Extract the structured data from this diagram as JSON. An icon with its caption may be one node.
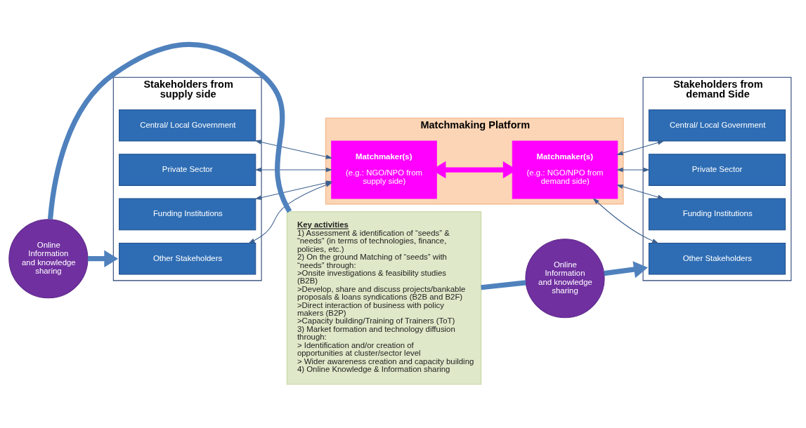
{
  "diagram": {
    "nodes": [
      {
        "text": [
          "Stakeholders from supply side"
        ]
      },
      {
        "text": [
          "Central/ Local Government"
        ],
        "in": 0
      },
      {
        "text": [
          "Private Sector"
        ],
        "in": 0
      },
      {
        "text": [
          "Funding Institutions"
        ],
        "in": 0
      },
      {
        "text": [
          "Other Stakeholders"
        ],
        "in": 0
      },
      {
        "text": [
          "Matchmaking Platform"
        ]
      },
      {
        "text": [
          "Matchmaker(s)",
          "(e.g.: NGO/NPO from supply side)"
        ],
        "in": 5
      },
      {
        "text": [
          "Matchmaker(s)",
          "(e.g.: NGO/NPO from demand side)"
        ],
        "in": 5
      },
      {
        "text": [
          "Key activities",
          "1) Assessment & identification of “seeds” & “needs” (in terms of technologies, finance, policies, etc.)",
          "2) On the ground Matching of “seeds” with “needs” through:",
          ">Onsite investigations & feasibility studies (B2B)",
          ">Develop, share and discuss projects/bankable proposals & loans syndications (B2B and B2F)",
          ">Direct interaction of business with policy makers (B2P)",
          ">Capacity building/Training of Trainers (ToT)",
          "3) Market formation and technology diffusion through:",
          "> Identification and/or creation of opportunities at cluster/sector level",
          "> Wider awareness creation and capacity building",
          "4) Online Knowledge & Information sharing"
        ]
      },
      {
        "text": [
          "Stakeholders from demand Side"
        ]
      },
      {
        "text": [
          "Central/ Local Government"
        ],
        "in": 9
      },
      {
        "text": [
          "Private Sector"
        ],
        "in": 9
      },
      {
        "text": [
          "Funding Institutions"
        ],
        "in": 9
      },
      {
        "text": [
          "Other Stakeholders"
        ],
        "in": 9
      },
      {
        "text": [
          "Online Information and knowledge sharing"
        ]
      },
      {
        "text": [
          "Online Information and knowledge sharing"
        ]
      }
    ],
    "edges": [
      {
        "from": 1,
        "to": 6,
        "arrow": "both"
      },
      {
        "from": 2,
        "to": 6,
        "arrow": "both"
      },
      {
        "from": 3,
        "to": 6,
        "arrow": "both"
      },
      {
        "from": 4,
        "to": 6,
        "arrow": "both"
      },
      {
        "from": 6,
        "to": 7,
        "arrow": "both",
        "style": "thick",
        "color": "#ff00ff"
      },
      {
        "from": 7,
        "to": 10,
        "arrow": "both"
      },
      {
        "from": 7,
        "to": 11,
        "arrow": "both"
      },
      {
        "from": 7,
        "to": 12,
        "arrow": "both"
      },
      {
        "from": 7,
        "to": 13,
        "arrow": "both"
      },
      {
        "from": 8,
        "to": 14,
        "arrow": "none",
        "style": "thick",
        "color": "#4f81bd"
      },
      {
        "from": 14,
        "to": 0,
        "arrow": "to",
        "style": "thick",
        "color": "#4f81bd"
      },
      {
        "from": 8,
        "to": 15,
        "arrow": "none",
        "style": "thick",
        "color": "#4f81bd"
      },
      {
        "from": 15,
        "to": 9,
        "arrow": "to",
        "style": "thick",
        "color": "#4f81bd"
      }
    ]
  }
}
